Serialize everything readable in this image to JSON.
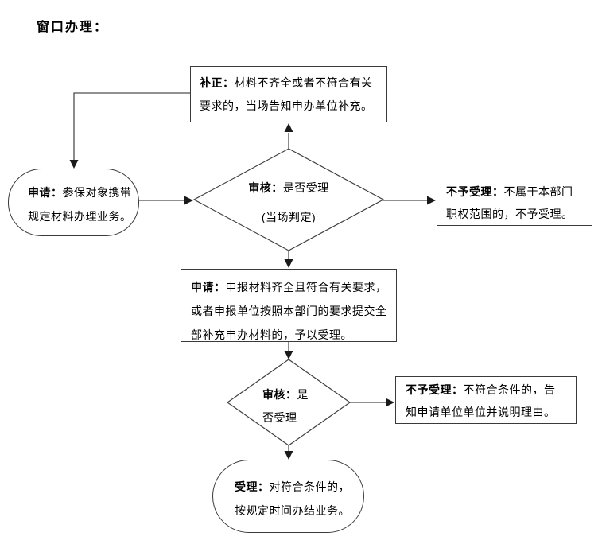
{
  "page": {
    "title": "窗口办理："
  },
  "nodes": {
    "supplement": {
      "label": "补正：",
      "text": "材料不齐全或者不符合有关\n要求的，当场告知申办单位补充。"
    },
    "apply1": {
      "label": "申请：",
      "text": "参保对象携带\n规定材料办理业务。"
    },
    "review1": {
      "label": "审核：",
      "text": "是否受理",
      "note": "(当场判定)"
    },
    "reject1": {
      "label": "不予受理：",
      "text": "不属于本部门\n职权范围的，不予受理。"
    },
    "apply2": {
      "label": "申请：",
      "text": "申报材料齐全且符合有关要求，\n或者申报单位按照本部门的要求提交全\n部补充申办材料的，予以受理。"
    },
    "review2": {
      "label": "审核：",
      "text": "是否受理"
    },
    "reject2": {
      "label": "不予受理：",
      "text": "不符合条件的，告\n知申请单位单位并说明理由。"
    },
    "accept": {
      "label": "受理：",
      "text": "对符合条件的，\n按规定时间办结业务。"
    }
  },
  "colors": {
    "line": "#4d4d4d",
    "shape_border": "#3a3a3a",
    "text": "#000000",
    "background": "#ffffff"
  }
}
